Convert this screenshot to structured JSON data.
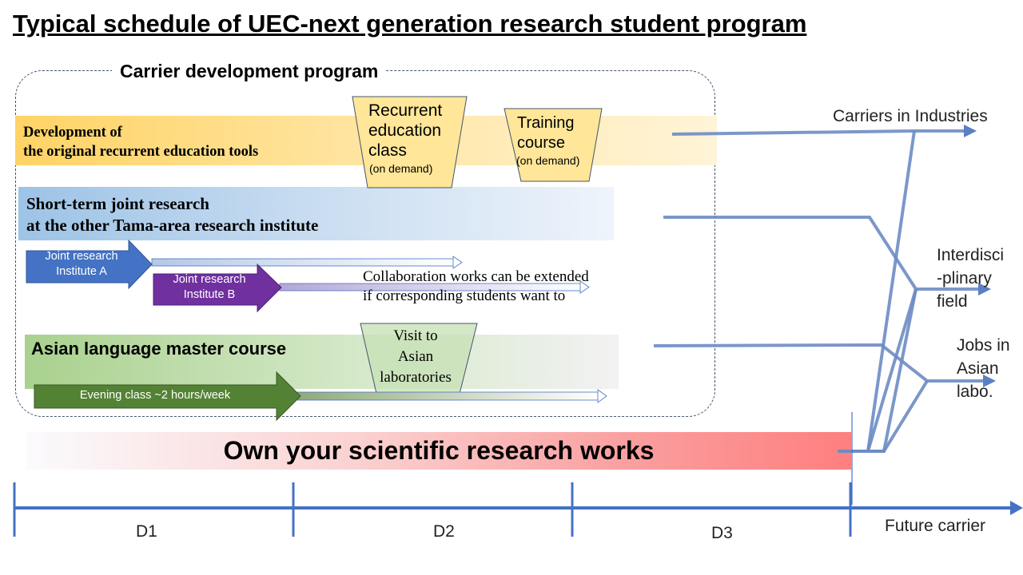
{
  "title": "Typical schedule of UEC-next generation research student program",
  "carrier_program": {
    "label": "Carrier development program"
  },
  "rows": {
    "recurrent_tools": {
      "line1": "Development of",
      "line2": "the original recurrent  education tools"
    },
    "short_term": {
      "line1": "Short-term joint research",
      "line2": "at the other Tama-area research institute"
    },
    "asian": {
      "label": "Asian language master course"
    },
    "own": {
      "label": "Own your scientific research works"
    }
  },
  "boxes": {
    "recurrent_class": {
      "line1": "Recurrent",
      "line2": "education",
      "line3": "class",
      "note": "(on demand)"
    },
    "training_course": {
      "line1": "Training",
      "line2": "course",
      "note": "(on demand)"
    },
    "visit": {
      "line1": "Visit to",
      "line2": "Asian",
      "line3": "laboratories"
    }
  },
  "arrows": {
    "institute_a": {
      "line1": "Joint research",
      "line2": "Institute A"
    },
    "institute_b": {
      "line1": "Joint research",
      "line2": "Institute B"
    },
    "evening": {
      "label": "Evening class  ~2 hours/week"
    }
  },
  "collaboration_note": {
    "line1": "Collaboration works can be extended",
    "line2": "if corresponding  students want to"
  },
  "outcomes": {
    "industries": "Carriers in Industries",
    "interdisciplinary": {
      "line1": "Interdisci",
      "line2": "-plinary",
      "line3": "field"
    },
    "jobs": {
      "line1": "Jobs in",
      "line2": "Asian",
      "line3": "labo."
    }
  },
  "timeline": {
    "stages": [
      "D1",
      "D2",
      "D3"
    ],
    "future": "Future carrier"
  },
  "colors": {
    "axis": "#4472c4",
    "connector": "#6d8cc4",
    "arrow_blue": "#4472c4",
    "arrow_purple": "#7030a0",
    "arrow_green": "#548235",
    "box_fill": "#ffe699",
    "visit_fill": "#c5e0b4",
    "dashed_border": "#44546a"
  },
  "icons": {
    "arrow_head": "arrow-right-icon"
  }
}
